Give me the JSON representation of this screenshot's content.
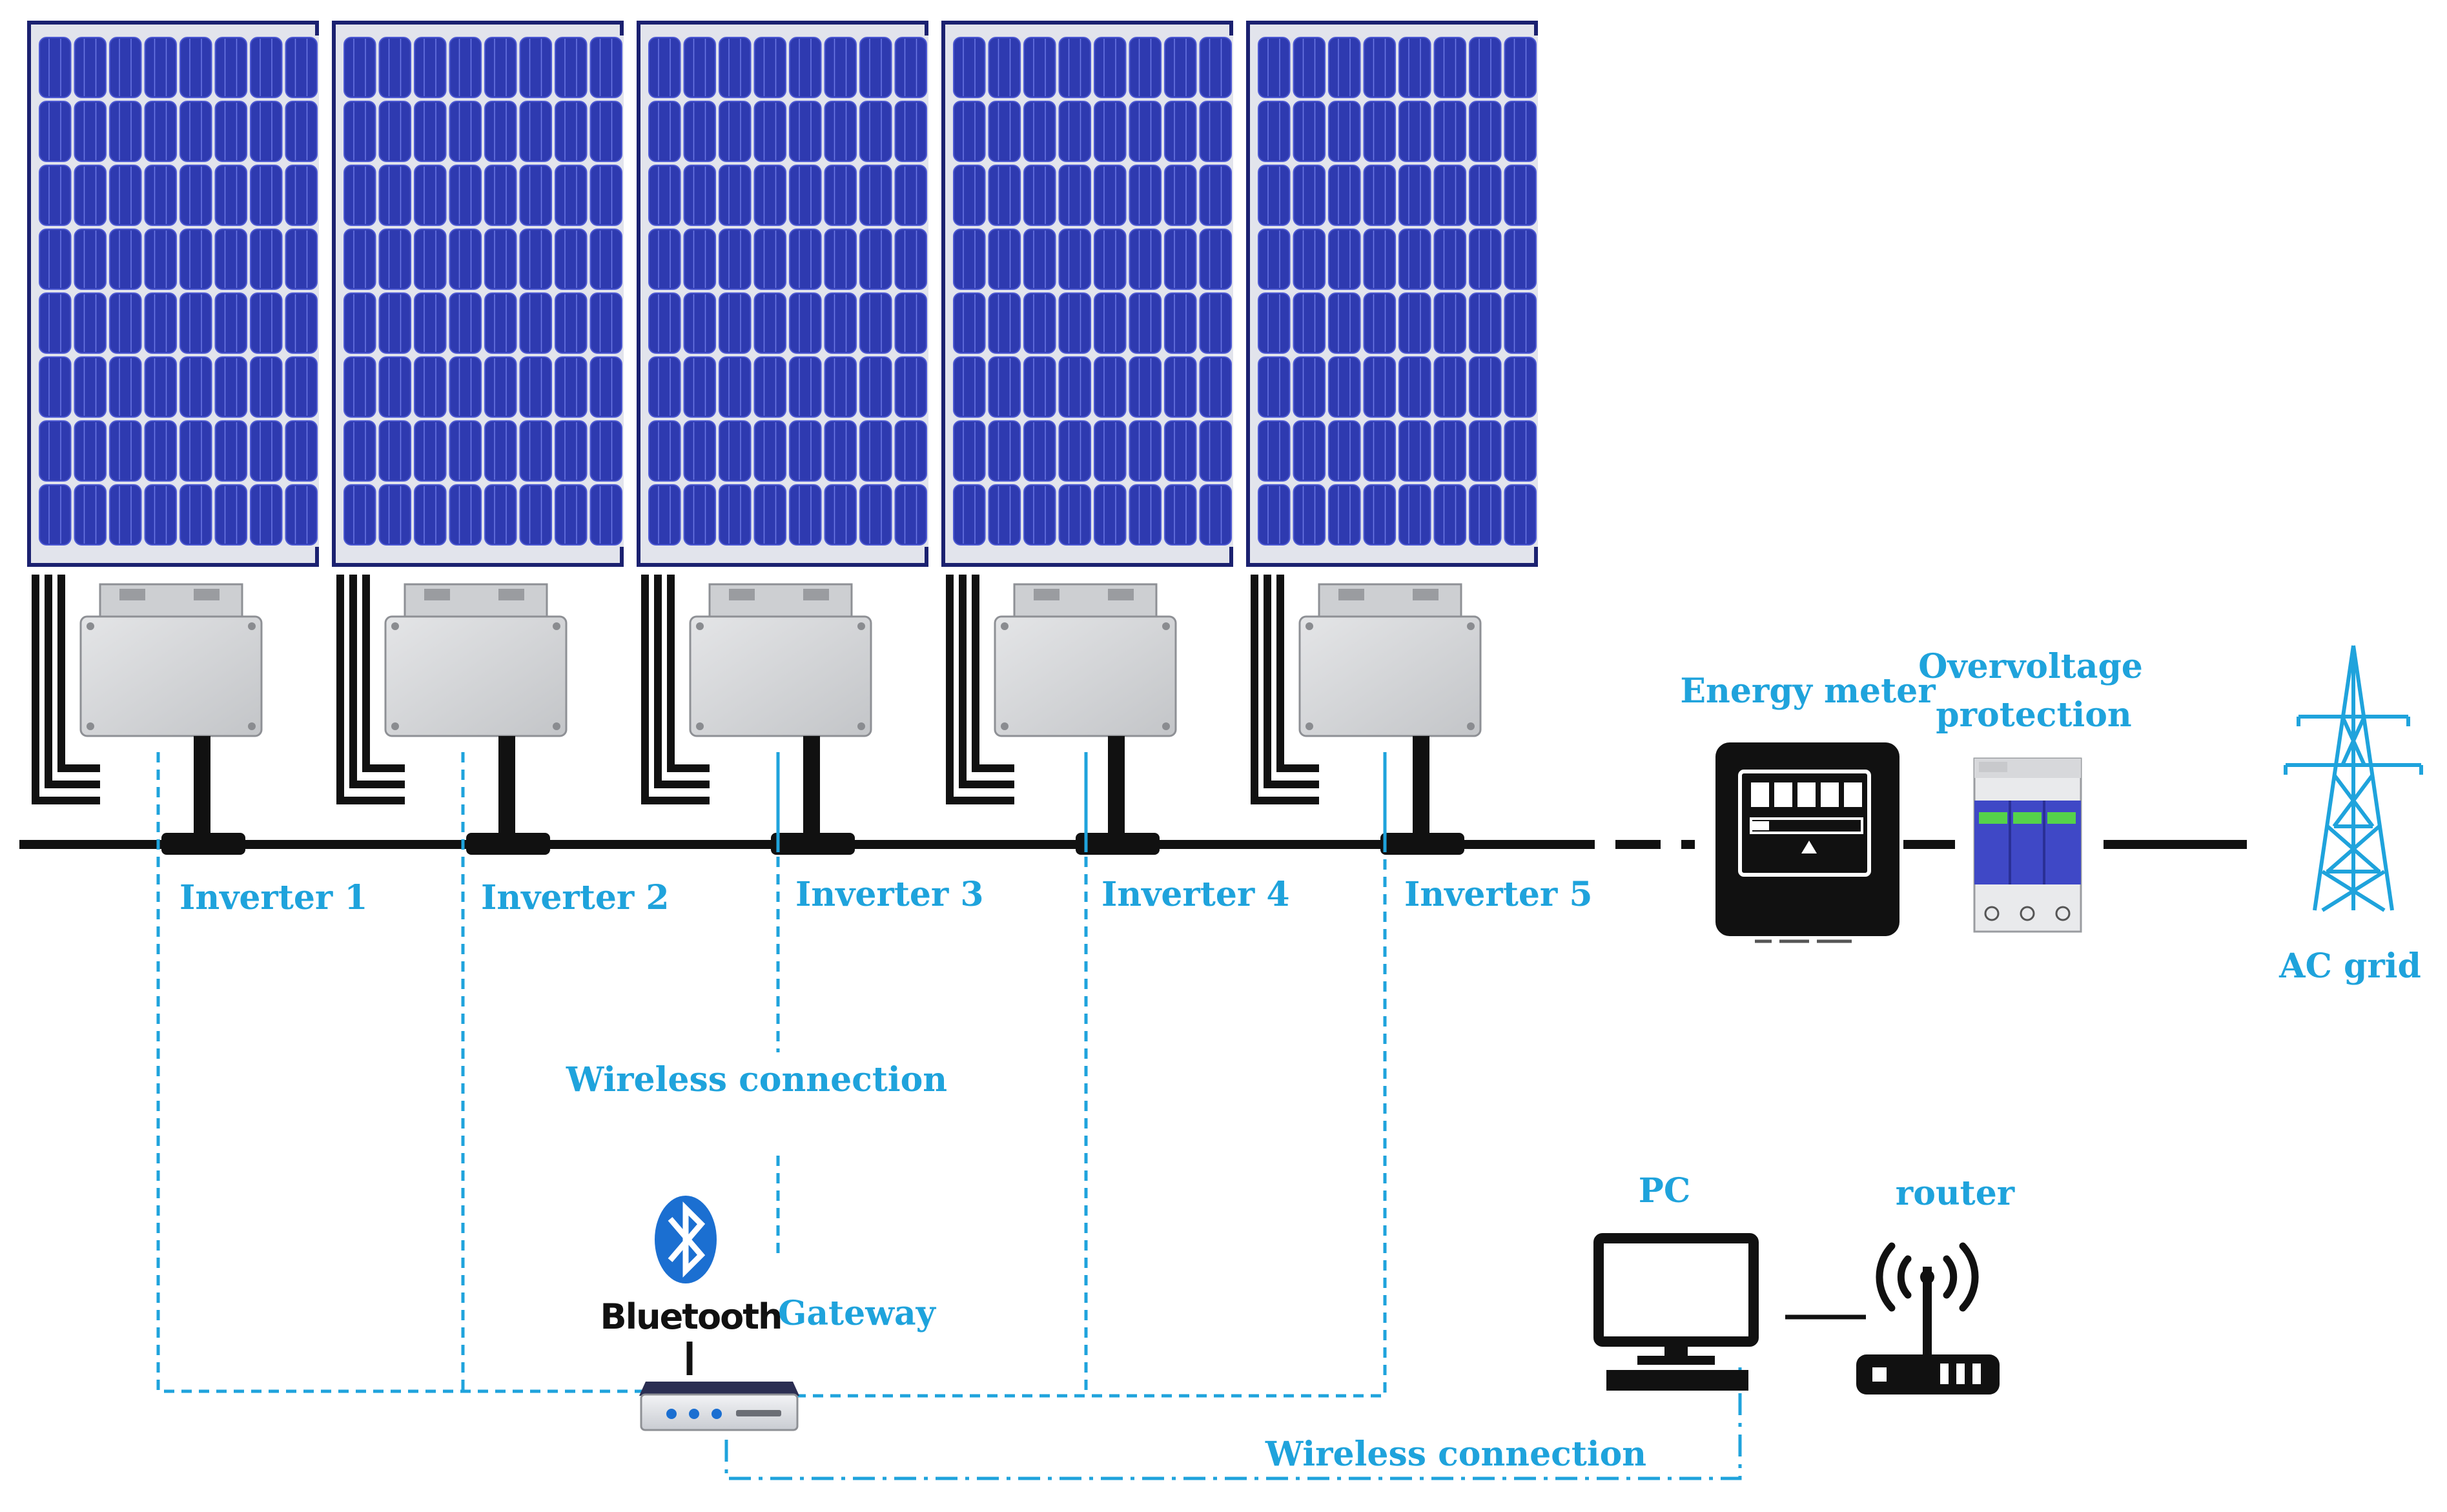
{
  "colors": {
    "label": "#1FA3DC",
    "panel_cell": "#2E3AB0",
    "panel_dark": "#1B2170",
    "cable": "#111111",
    "inverter_body": "#D4D5D7",
    "spd_blue": "#3F48C6",
    "spd_green": "#55D24A"
  },
  "inverters": [
    {
      "label": "Inverter 1"
    },
    {
      "label": "Inverter 2"
    },
    {
      "label": "Inverter 3"
    },
    {
      "label": "Inverter 4"
    },
    {
      "label": "Inverter 5"
    }
  ],
  "labels": {
    "energy_meter": "Energy meter",
    "overvoltage_line1": "Overvoltage",
    "overvoltage_line2": "protection",
    "ac_grid": "AC grid",
    "wireless_top": "Wireless connection",
    "wireless_bottom": "Wireless connection",
    "gateway": "Gateway",
    "bluetooth": "Bluetooth",
    "pc": "PC",
    "router": "router"
  },
  "icons": {
    "solar_panel": "solar-panel-icon",
    "micro_inverter": "micro-inverter-icon",
    "energy_meter": "energy-meter-icon",
    "overvoltage": "surge-protector-icon",
    "grid": "transmission-tower-icon",
    "bluetooth": "bluetooth-icon",
    "gateway": "gateway-device-icon",
    "pc": "computer-icon",
    "router": "wifi-router-icon"
  }
}
